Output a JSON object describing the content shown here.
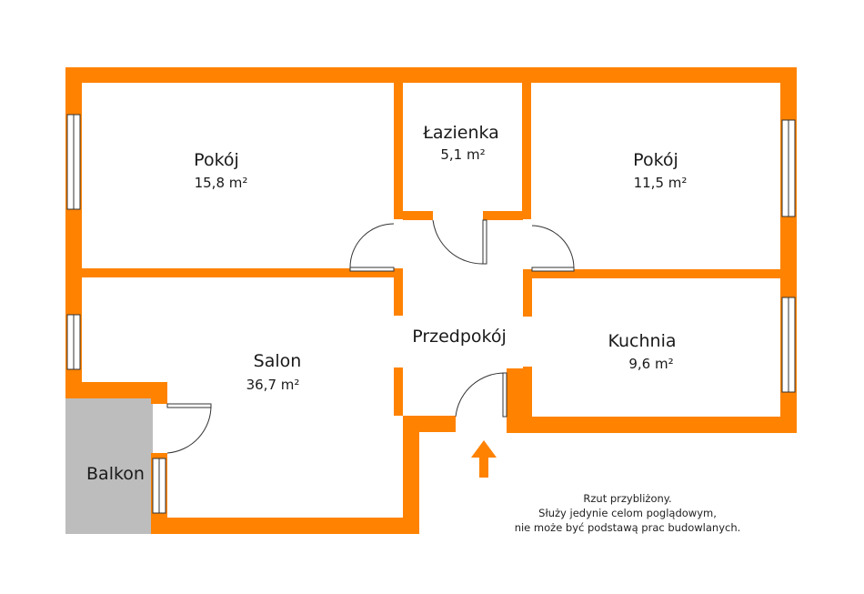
{
  "colors": {
    "wall": "#FF8200",
    "balcony": "#BDBDBD",
    "background": "#FFFFFF",
    "text": "#1A1A1A"
  },
  "rooms": [
    {
      "name": "Pokój",
      "area": "15,8 m²"
    },
    {
      "name": "Łazienka",
      "area": "5,1 m²"
    },
    {
      "name": "Pokój",
      "area": "11,5 m²"
    },
    {
      "name": "Salon",
      "area": "36,7 m²"
    },
    {
      "name": "Przedpokój",
      "area": ""
    },
    {
      "name": "Kuchnia",
      "area": "9,6 m²"
    },
    {
      "name": "Balkon",
      "area": ""
    }
  ],
  "entrance": {
    "icon": "entrance-arrow-icon"
  },
  "disclaimer": [
    "Rzut przybliżony.",
    "Służy jedynie celom poglądowym,",
    "nie może być podstawą prac budowlanych."
  ]
}
